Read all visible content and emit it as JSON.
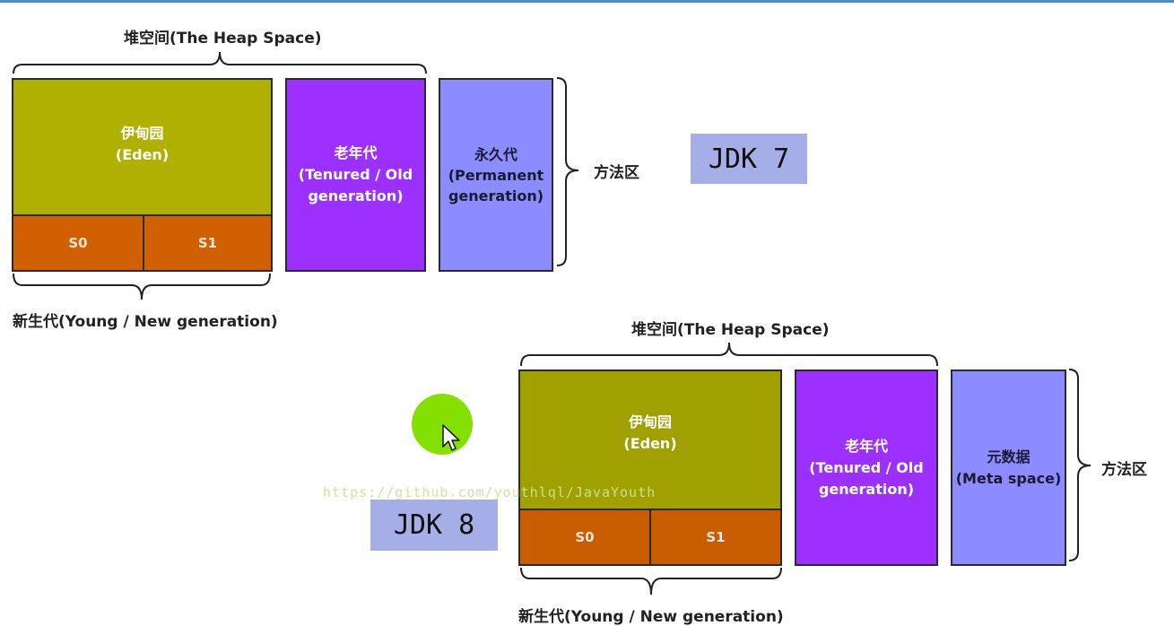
{
  "jdk7": {
    "heap_label": "堆空间(The Heap Space)",
    "eden_line1": "伊甸园",
    "eden_line2": "(Eden)",
    "s0": "S0",
    "s1": "S1",
    "old_line1": "老年代",
    "old_line2": "(Tenured / Old",
    "old_line3": "generation)",
    "perm_line1": "永久代",
    "perm_line2": "(Permanent",
    "perm_line3": "generation)",
    "method_area": "方法区",
    "young_label": "新生代(Young / New generation)",
    "jdk_badge": "JDK 7"
  },
  "jdk8": {
    "heap_label": "堆空间(The Heap Space)",
    "eden_line1": "伊甸园",
    "eden_line2": "(Eden)",
    "s0": "S0",
    "s1": "S1",
    "old_line1": "老年代",
    "old_line2": "(Tenured / Old",
    "old_line3": "generation)",
    "meta_line1": "元数据",
    "meta_line2": "(Meta space)",
    "method_area": "方法区",
    "young_label": "新生代(Young / New generation)",
    "jdk_badge": "JDK 8"
  },
  "watermark": "https://github.com/youthlql/JavaYouth",
  "icons": {
    "cursor": "mouse-pointer-icon",
    "highlight": "cursor-highlight-icon"
  },
  "colors": {
    "eden": "#b0b000",
    "survivor": "#d06000",
    "old": "#9b30ff",
    "perm_meta": "#8c8cff",
    "jdk_badge": "#a6aee8",
    "cursor_highlight": "#84e000"
  }
}
